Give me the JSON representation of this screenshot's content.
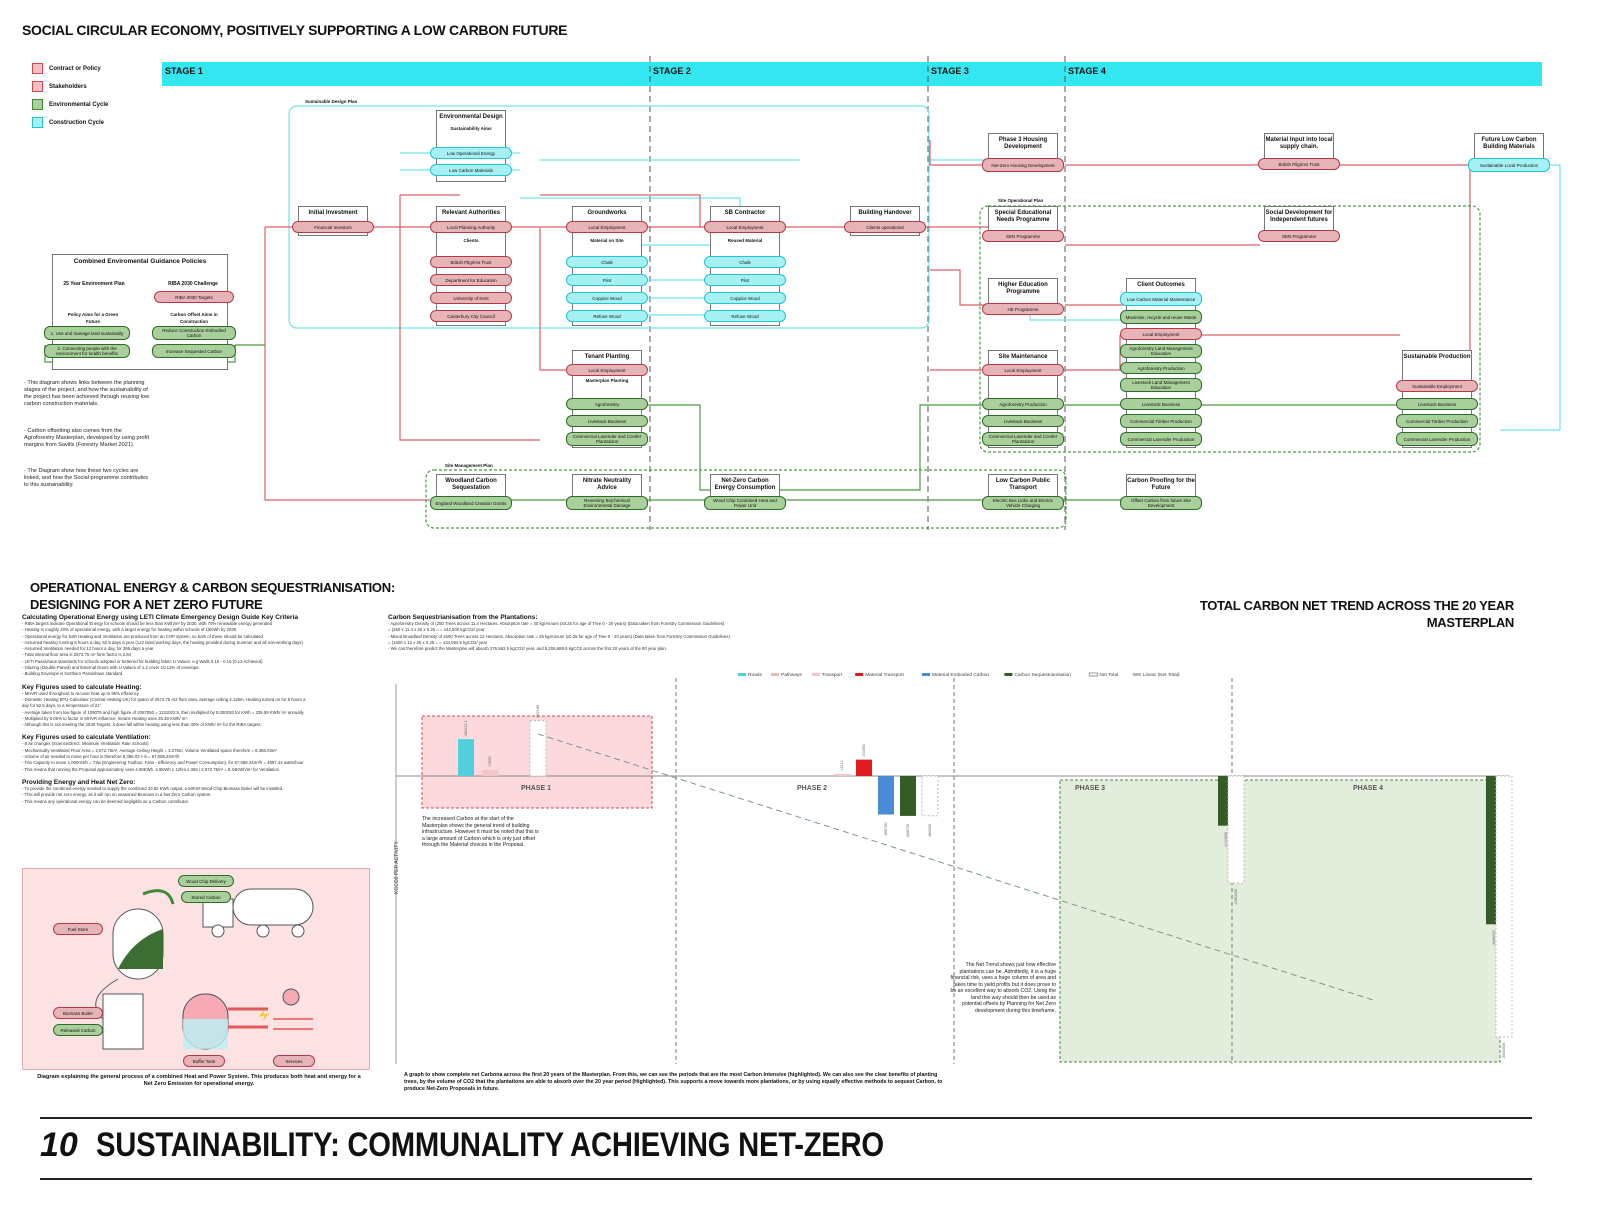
{
  "header": {
    "top_title": "SOCIAL CIRCULAR ECONOMY, POSITIVELY SUPPORTING A LOW CARBON FUTURE"
  },
  "legend": [
    {
      "label": "Contract or Policy",
      "color": "#d9444f"
    },
    {
      "label": "Stakeholders",
      "color": "#d9444f"
    },
    {
      "label": "Environmental Cycle",
      "color": "#3c8a35"
    },
    {
      "label": "Construction Cycle",
      "color": "#22c4cf"
    }
  ],
  "stages": [
    "STAGE 1",
    "STAGE 2",
    "STAGE 3",
    "STAGE 4"
  ],
  "labels": {
    "sustainable_design_plan": "Sustainable Design Plan",
    "site_management_plan": "Site Management Plan",
    "site_operational_plan": "Site Operational Plan"
  },
  "boxes": {
    "env_design": {
      "title": "Environmental Design",
      "sub": "Sustainability Aims",
      "p1": "Low Operational Energy",
      "p2": "Low Carbon Materials"
    },
    "initial_investment": {
      "title": "Initial Investment",
      "p1": "Financial Investors"
    },
    "relevant_authorities": {
      "title": "Relevant Authorities",
      "p1": "Local Planning Authority",
      "sub": "Clients",
      "p2": "British Pilgrims Trust",
      "p3": "Department for Education",
      "p4": "University of Kent",
      "p5": "Canterbury City Council"
    },
    "groundworks": {
      "title": "Groundworks",
      "p1": "Local Employment",
      "sub": "Material on Site",
      "p2": "Chalk",
      "p3": "Flint",
      "p4": "Coppice Wood",
      "p5": "Refuse Wood"
    },
    "sb_contractor": {
      "title": "SB Contractor",
      "p1": "Local Employment",
      "sub": "Reused Material",
      "p2": "Chalk",
      "p3": "Flint",
      "p4": "Coppice Wood",
      "p5": "Refuse Wood"
    },
    "building_handover": {
      "title": "Building Handover",
      "p1": "Clients operational"
    },
    "combined_policies": {
      "title": "Combined Enviromental Guidance Policies",
      "left_head": "25 Year Environment Plan",
      "left_sub": "Policy Aims for a Green Future",
      "l1": "1. Use and manage land sustainably",
      "l2": "2. Connecting people with the environment for health benefits",
      "right_head": "RIBA 2030 Challenge",
      "r0": "RIBA 2030 Targets",
      "right_sub": "Carbon Offset Aims in Construction",
      "r1": "Reduce Construction Embodied Carbon",
      "r2": "Increase Sequested Carbon"
    },
    "tenant_planting": {
      "title": "Tenant Planting",
      "p1": "Local Employment",
      "sub": "Masterplan Planting",
      "p2": "Agroforestry",
      "p3": "Livestock Business",
      "p4": "Commercial Lavender and Conifer Plantations"
    },
    "phase3_housing": {
      "title": "Phase 3 Housing Development",
      "p1": "Net-Zero Housing Development"
    },
    "special_ed": {
      "title": "Special Educational Needs Programme",
      "p1": "SEN Programme"
    },
    "higher_ed": {
      "title": "Higher Education Programme",
      "p1": "HE Programme"
    },
    "site_maint": {
      "title": "Site Maintenance",
      "p1": "Local Employment",
      "p2": "Agroforestry Production",
      "p3": "Livestock Business",
      "p4": "Commercial Lavender and Conifer Plantations"
    },
    "material_input": {
      "title": "Material Input into local supply chain.",
      "p1": "British Pilgrims Trust"
    },
    "social_dev": {
      "title": "Social Development for Independent futures",
      "p1": "SEN Programme"
    },
    "future_low_carbon": {
      "title": "Future Low Carbon Building Materials",
      "p1": "Sustainable Local Production"
    },
    "client_outcomes": {
      "title": "Client Outcomes",
      "p1": "Low Carbon Material Maintenance",
      "p2": "Maximise, recycle and reuse Waste",
      "p3": "Local Employment",
      "p4": "Agroforestry Land Management Education",
      "p5": "Agroforestry Production",
      "p6": "Livestock Land Management Education",
      "p7": "Livestock Business",
      "p8": "Commercial Timber Production",
      "p9": "Commercial Lavender Production"
    },
    "sustainable_production": {
      "title": "Sustainable Production",
      "p1": "Sustainable Employment",
      "p2": "Livestock Business",
      "p3": "Commercial Timber Production",
      "p4": "Commercial Lavender Production"
    },
    "woodland": {
      "title": "Woodland Carbon Sequestation",
      "p1": "England Woodland Creation Grants"
    },
    "nitrate": {
      "title": "Nitrate Neutrality Advice",
      "p1": "Reversing Biochemical Environmental Damage"
    },
    "netzero_energy": {
      "title": "Net-Zero Carbon Energy Consumption",
      "p1": "Wood Chip Combined Heat and Power Unit"
    },
    "low_carbon_transport": {
      "title": "Low Carbon Public Transport",
      "p1": "Electric Bus Links and Electric Vehicle Charging"
    },
    "carbon_proofing": {
      "title": "Carbon Proofing for the Future",
      "p1": "Offset Carbon from future Site Development"
    }
  },
  "notes": {
    "n1": "- This diagram shows links between the planning stages of the project, and how the sustainability of the project has been achieved through reusing low carbon construction materials.",
    "n2": "- Carbon offsetting also comes from the Agroforestry Masterplan, developed by using profit margins from Savills (Forestry Market 2021).",
    "n3": "- The Diagram show how these two cycles are linked, and how the Social programme contributes to this sustainability."
  },
  "ops": {
    "title1": "OPERATIONAL ENERGY & CARBON SEQUESTRIANISATION:",
    "title2": "DESIGNING FOR A NET ZERO FUTURE",
    "h1": "Calculating Operational Energy using LETI Climate Emergency Design Guide Key Criteria",
    "h1_lines": [
      "- RIBA targets indicate Operational Energy for schools should be less than KWh/m² by 2030, with 70% renewable energy generated",
      "- Heating is roughly 40% of operational energy, with a target energy for heating within schools of 15KWh by 2030.",
      "- Operational energy for both Heating and Ventilation are produced from an CHP system, so both of these should be calculated",
      "- Assumed heating running 8 hours a day, 52.5 days a year (122 lated working days, the heating provided during Summer and all non-working days)",
      "- Assumed Ventilation needed for 12 hours a day, for 365 days a year",
      "- Total internal floor area is 2572.75 m² form factor is 2.84",
      "- LETI Passivhaus standards for schools adopted or bettered for building fabric U Values: e.g Walls 0.10 - 0.15 (0.12 Achieved)",
      "- Glazing (Double-Paned) and External Doors with U Values of 1.2 cover 10.12% of envelope.",
      "- Building Envelope is Northern Passivhaus standard."
    ],
    "h2": "Key Figures used to calculate Heating:",
    "h2_lines": [
      "- MHVR used throughout to recover heat up to 95% efficiency",
      "- Domestic Heating BTU Calculator (Central Heating UK) for space of 2572.75 m2 floor area, average ceiling 4.125m. Heating turned on for 8 hours a",
      "  day for 52.5 days, to a temperature of 21°.",
      "- Average taken from low figure of 109075 and high figure of 2087050 = 1131022.5, then multiplied by 0.000293 for KWh = 339.59 KWh/ m² annually.",
      "- Multiplied by 0.05% to factor in MHVR influence, means Heating uses 25.48 KWh/ m².",
      "- Although this is not meeting the 2030 Targets, it does fall within heating using less than 40% of KWh/ m² for the RIBA targets."
    ],
    "h3": "Key Figures used to calculate Ventilation:",
    "h3_lines": [
      "- 8 air changes (ScienceDirect: Minimum Ventilation Rate Schools)",
      "- Mechanically Ventilated Floor Area = 2,572.75m², Average Ceiling Height = 3.375m, Volume Ventilated space therefore = 8,386.03m³",
      "- Volume of air needed to move per hour is therefore 8,386.03 × 8 = 67,088.24m³/h",
      "- Fan Capacity to move 1,000m3/h = 73w (Engineering Toolbox: Fans - Efficiency and Power Consumption), for 67,088.24m³/h = 4897.44 watts/hour",
      "- This means that running the Proposal approximately uses 4.90KWh. 4.9KWh x 12hrs x 365 / 2,572.75m² = 8.34KWh/m² for Ventilation"
    ],
    "h4": "Providing Energy and Heat Net Zero:",
    "h4_lines": [
      "- To provide the combined energy needed to supply the combined 33.82 KWh output, a 50KW Wood Chip Biomass Boiler will be installed.",
      "- This will provide net zero energy, as it will run on seasoned Biomass in a Net Zero Carbon system.",
      "- This means any operational energy can be deemed negligible as a Carbon contributor."
    ],
    "chp_labels": [
      "Wood Chip Delivery",
      "Stored Carbon",
      "Fuel Store",
      "Biomass Boiler",
      "Released Carbon",
      "Buffer Tank",
      "Services"
    ],
    "chp_caption": "Diagram explaining the general process of a combined Heat and Power System. This produces both heat and energy for a Net Zero Emission for operational energy.",
    "seq_title": "Carbon Sequestrianisation from the Plantations:",
    "seq_lines": [
      "- Agroforestry Density of (250 Trees across 11.4 Hectares. Absorption rate = 40 kg/Annum (x0.25 for age of Tree 0 - 20 years) (Data taken from Forestry Commission Guidelines)",
      "= (250 x 11.4 x 40 x 0.25 = = 142,500 kgCO2/ year",
      "- Mixed Broadleaf Density of 1600 Trees across 12 Hectares. Absorption rate = 25 kg/Annum (x0.25 for age of Tree 0 - 20 years) (Data taken from Forestry Commission Guidelines)",
      "= (1600 x 12 x 25 x 0.25 = = 134,062.5 kgCO2/ year",
      "- We can therefore predict the Masterplan will absorb 276,562.5 kgCO2/ year, and 5,206,689.5 kgCO2 across the first 20 years of the 80 year plan."
    ],
    "graph_title1": "TOTAL CARBON NET TREND ACROSS THE 20 YEAR",
    "graph_title2": "MASTERPLAN",
    "graph_caption": "A graph to show complete net Carbona across the first 20 years of the Masterplan. From this, we can see the periods that are the most Carbon Intensive (highlighted). We can also see the clear benefits of planting trees, by the volume of CO2 that the plantations are able to absorb over the 20 year period (Highlighted). This supports a move towards more plantations, or by using equally effective methods to sequest Carbon, to produce Net-Zero Proposals in future.",
    "note_increase": "The increased Carbon at the start of the Masterplan shows the general trend of building infrastructure. However it must be noted that this is a large amount of Carbon which is only just offset through the Material choices in the Proposal.",
    "note_trend": "The Net Trend shows just how effective plantations can be. Admittedly, it is a huge financial risk, uses a huge column of area and takes time to yield profits but it does prove to be an excellent way to absorb CO2. Using the land this way should then be used as potential offsets by Planning for Net Zero development during this timeframe."
  },
  "chart_data": {
    "type": "bar",
    "title": "TOTAL CARBON NET TREND ACROSS THE 20 YEAR MASTERPLAN",
    "ylabel": "KGCO2 PER ACTIVITY",
    "categories": [
      "PHASE 1",
      "PHASE 2",
      "PHASE 3",
      "PHASE 4"
    ],
    "legend": [
      "Roads",
      "Pathways",
      "Transport",
      "Material Transport",
      "Material Embodied Carbon",
      "Carbon Sequestrianisation",
      "Net Total",
      "Linear (Net Total)"
    ],
    "series": [
      {
        "name": "Roads",
        "color": "#4fd0dc",
        "values": [
          460222.2,
          0,
          0,
          0
        ]
      },
      {
        "name": "Pathways",
        "color": "#e9b9b9",
        "values": [
          0,
          0,
          0,
          0
        ]
      },
      {
        "name": "Transport",
        "color": "#f2c6c6",
        "values": [
          74959,
          14212,
          0,
          0
        ]
      },
      {
        "name": "Material Transport",
        "color": "#e01b1b",
        "values": [
          0,
          204554,
          0,
          0
        ]
      },
      {
        "name": "Material Embodied Carbon",
        "color": "#4a8bd6",
        "values": [
          0,
          -855700,
          0,
          0
        ]
      },
      {
        "name": "Carbon Sequestrianisation",
        "color": "#365c26",
        "values": [
          0,
          -886700,
          -1104900,
          -3296000
        ]
      },
      {
        "name": "Net Total",
        "color": "#ffffff",
        "values": [
          692189,
          -882000,
          -2380000,
          -5800000
        ]
      }
    ],
    "ylim": [
      -6000000,
      1000000
    ]
  },
  "footer": {
    "page_no": "10",
    "title": "SUSTAINABILITY: COMMUNALITY ACHIEVING NET-ZERO"
  }
}
